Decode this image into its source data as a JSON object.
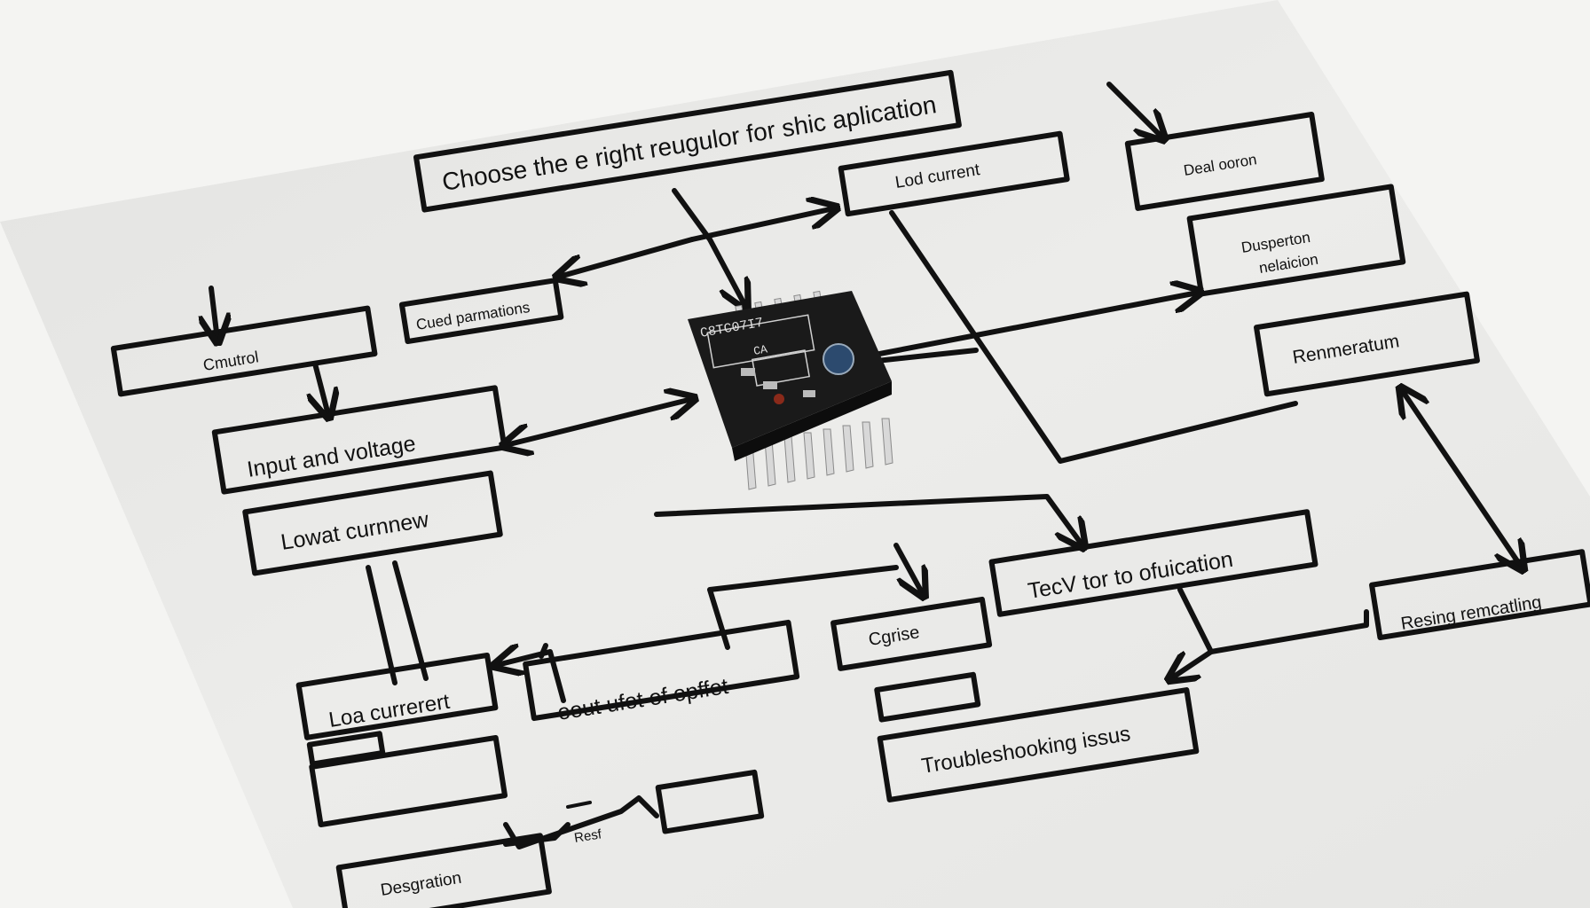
{
  "labels": {
    "title": "Choose the e right reugulor for shic aplication",
    "load_current_top": "Lod current",
    "deal_oaron": "Deal ooron",
    "cued_parmations": "Cued parmations",
    "dusperton": "Dusperton",
    "nelaicion": "nelaicion",
    "cmutrol": "Cmutrol",
    "renmeratum": "Renmeratum",
    "input_voltage": "Input and voltage",
    "lowat_current": "Lowat curnnew",
    "tecv_application": "TecV tor to ofuication",
    "resing_remcatling": "Resing remcatling",
    "cgrise": "Cgrise",
    "load_current_bottom": "Loa currerert",
    "output_offset": "oout ufot of opffet",
    "troubleshooting": "Troubleshooking issus",
    "resf": "Resf",
    "desgration": "Desgration"
  },
  "chip_markings": {
    "line1": "C8TC07I7",
    "line2": "CA"
  },
  "colors": {
    "background": "#f4f4f2",
    "paper": "#e8e8e6",
    "ink": "#111111",
    "chip_body": "#1a1a1a",
    "pins": "#d8d8d8",
    "capacitor": "#2c4a6e"
  }
}
